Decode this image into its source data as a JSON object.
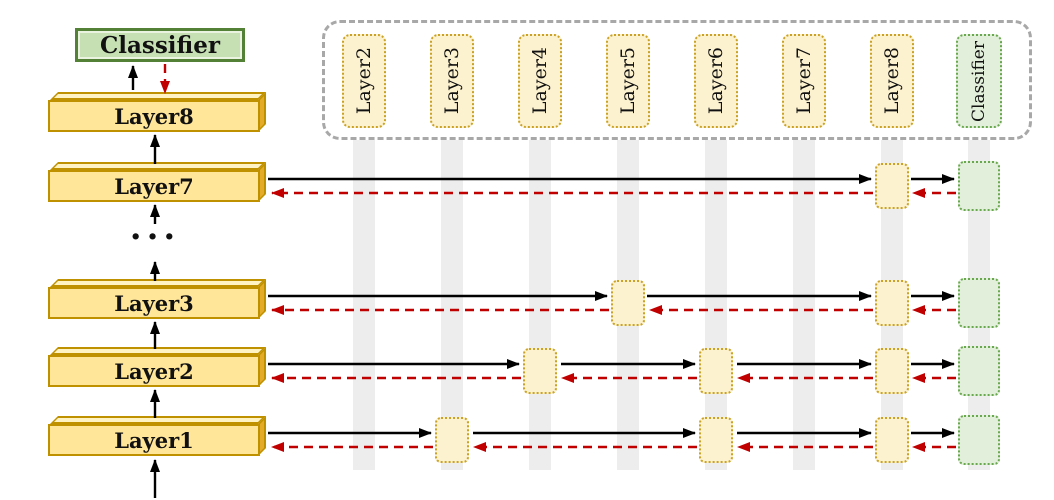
{
  "stack": {
    "classifier_label": "Classifier",
    "layers": [
      "Layer8",
      "Layer7",
      "Layer3",
      "Layer2",
      "Layer1"
    ],
    "ellipsis": "···"
  },
  "pool": {
    "items": [
      "Layer2",
      "Layer3",
      "Layer4",
      "Layer5",
      "Layer6",
      "Layer7",
      "Layer8",
      "Classifier"
    ]
  },
  "colors": {
    "layer_fill": "#ffe699",
    "layer_border": "#bf9000",
    "aux_layer_fill": "#fdf2d0",
    "aux_layer_border": "#c9a227",
    "classifier_fill": "#c6e0b4",
    "classifier_border": "#538135",
    "aux_classifier_fill": "#e2efda",
    "aux_classifier_border": "#6aa84f",
    "forward_arrow": "#000000",
    "backward_arrow": "#c00000",
    "pool_border": "#a8a8a8",
    "column_stripe": "#ededed"
  }
}
